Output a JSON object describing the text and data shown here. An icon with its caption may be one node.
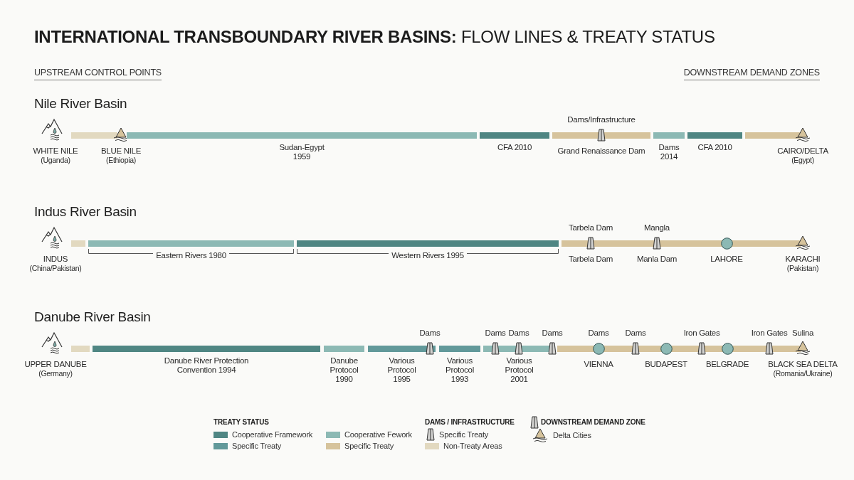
{
  "diagram": {
    "title": "**INTERNATIONAL TRANSBOUNDARY RIVER BASINS:** FLOW LINES & TREATY STATUS",
    "nodes": [
      {
        "text": [
          "Nile River Basin"
        ]
      },
      {
        "text": [
          "WHITE NILE",
          "(Uganda)"
        ],
        "in": 0
      },
      {
        "text": [],
        "shape": "bar",
        "in": 0
      },
      {
        "text": [
          "BLUE NILE",
          "(Ethiopia)"
        ],
        "in": 0
      },
      {
        "text": [
          "Sudan-Egypt 1959"
        ],
        "in": 0
      },
      {
        "text": [
          "CFA 2010"
        ],
        "in": 0
      },
      {
        "text": [],
        "shape": "bar",
        "in": 0
      },
      {
        "text": [
          "Dams/Infrastructure",
          "Grand Renaissance Dam"
        ],
        "in": 0
      },
      {
        "text": [
          "Dams 2014"
        ],
        "in": 0
      },
      {
        "text": [
          "CFA 2010"
        ],
        "in": 0
      },
      {
        "text": [],
        "shape": "bar",
        "in": 0
      },
      {
        "text": [
          "CAIRO/DELTA",
          "(Egypt)"
        ],
        "in": 0
      },
      {
        "text": [
          "Indus River Basin"
        ]
      },
      {
        "text": [
          "INDUS",
          "(China/Pakistan)"
        ],
        "in": 12
      },
      {
        "text": [],
        "shape": "bar",
        "in": 12
      },
      {
        "text": [
          "Eastern Rivers 1980"
        ],
        "in": 12
      },
      {
        "text": [
          "Western Rivers 1995"
        ],
        "in": 12
      },
      {
        "text": [],
        "shape": "bar",
        "in": 12
      },
      {
        "text": [
          "Tarbela Dam",
          "Tarbela Dam"
        ],
        "in": 12
      },
      {
        "text": [
          "Mangla",
          "Manla Dam"
        ],
        "in": 12
      },
      {
        "text": [
          "LAHORE"
        ],
        "in": 12
      },
      {
        "text": [
          "KARACHI",
          "(Pakistan)"
        ],
        "in": 12
      },
      {
        "text": [
          "Danube River Basin"
        ]
      },
      {
        "text": [
          "UPPER DANUBE",
          "(Germany)"
        ],
        "in": 22
      },
      {
        "text": [],
        "shape": "bar",
        "in": 22
      },
      {
        "text": [
          "Danube River Protection Convention 1994"
        ],
        "in": 22
      },
      {
        "text": [
          "Danube Protocol 1990"
        ],
        "in": 22
      },
      {
        "text": [
          "Various Protocol 1995"
        ],
        "in": 22
      },
      {
        "text": [
          "Dams"
        ],
        "in": 22
      },
      {
        "text": [
          "Various Protocol 1993"
        ],
        "in": 22
      },
      {
        "text": [
          "Various Protocol 2001"
        ],
        "in": 22
      },
      {
        "text": [
          "Dams"
        ],
        "in": 22
      },
      {
        "text": [
          "Dams"
        ],
        "in": 22
      },
      {
        "text": [
          "Dams"
        ],
        "in": 22
      },
      {
        "text": [],
        "shape": "bar",
        "in": 22
      },
      {
        "text": [
          "Dams",
          "VIENNA"
        ],
        "in": 22
      },
      {
        "text": [
          "Dams"
        ],
        "in": 22
      },
      {
        "text": [
          "BUDAPEST"
        ],
        "in": 22
      },
      {
        "text": [
          "Iron Gates"
        ],
        "in": 22
      },
      {
        "text": [
          "BELGRADE"
        ],
        "in": 22
      },
      {
        "text": [
          "Iron Gates"
        ],
        "in": 22
      },
      {
        "text": [
          "Sulina",
          "BLACK SEA DELTA",
          "(Romania/Ukraine)"
        ],
        "in": 22
      }
    ],
    "labels": [
      "UPSTREAM CONTROL POINTS",
      "DOWNSTREAM DEMAND ZONES",
      "TREATY STATUS",
      "DAMS / INFRASTRUCTURE",
      "DOWNSTREAM DEMAND ZONE"
    ],
    "legend": [
      {
        "text": "Cooperative Framework",
        "color": "#4f8683"
      },
      {
        "text": "Specific Treaty",
        "color": "#62999a"
      },
      {
        "text": "Cooperative Fework",
        "color": "#8cb9b4"
      },
      {
        "text": "Specific Treaty",
        "color": "#d6c39c"
      },
      {
        "text": "Specific Treaty"
      },
      {
        "text": "Non-Treaty Areas",
        "color": "#e2d9c0"
      },
      {
        "text": "Delta Cities"
      }
    ]
  }
}
